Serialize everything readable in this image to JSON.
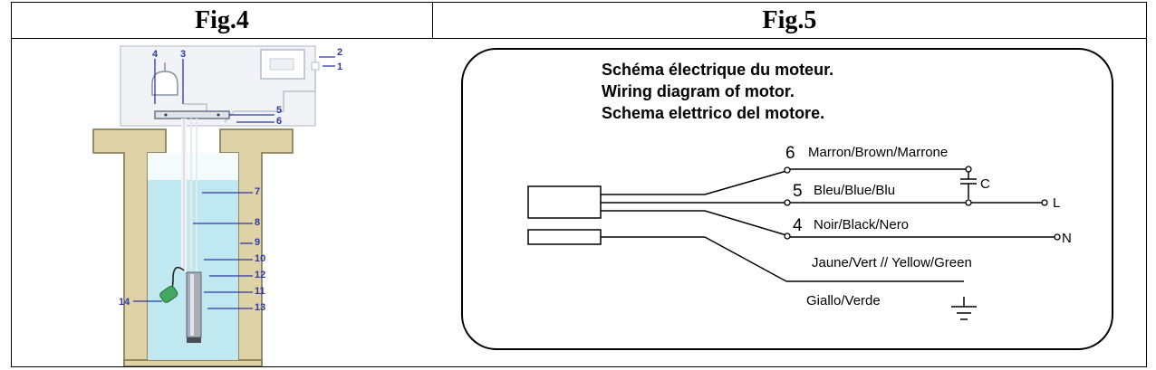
{
  "headers": {
    "fig4": "Fig.4",
    "fig5": "Fig.5"
  },
  "fig4": {
    "labels": [
      "1",
      "2",
      "3",
      "4",
      "5",
      "6",
      "7",
      "8",
      "9",
      "10",
      "11",
      "12",
      "13",
      "14"
    ]
  },
  "fig5": {
    "titles": [
      "Schéma électrique du moteur.",
      "Wiring diagram of motor.",
      "Schema elettrico del motore."
    ],
    "wires": {
      "w6": {
        "num": "6",
        "label": "Marron/Brown/Marrone"
      },
      "w5": {
        "num": "5",
        "label": "Bleu/Blue/Blu"
      },
      "w4": {
        "num": "4",
        "label": "Noir/Black/Nero"
      }
    },
    "capacitor": "C",
    "line": "L",
    "neutral": "N",
    "ground": {
      "label1": "Jaune/Vert // Yellow/Green",
      "label2": "Giallo/Verde"
    }
  }
}
